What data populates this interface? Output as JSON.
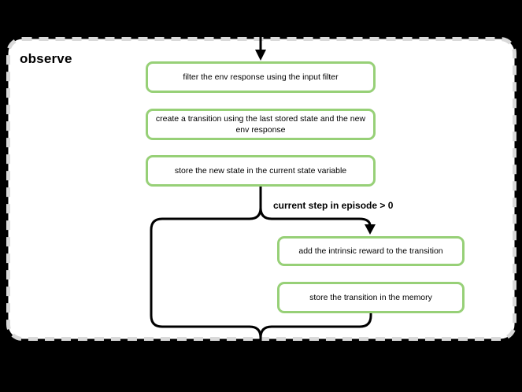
{
  "diagram": {
    "type": "flowchart",
    "group_label": "observe",
    "condition_label": "current step in episode > 0",
    "nodes": [
      {
        "id": "filter-env-response",
        "label": "filter the env response using the input filter"
      },
      {
        "id": "create-transition",
        "label": "create a transition using the last stored state and the new env response"
      },
      {
        "id": "store-new-state",
        "label": "store the new state in the current state variable"
      },
      {
        "id": "add-intrinsic-reward",
        "label": "add the intrinsic reward to the transition"
      },
      {
        "id": "store-transition",
        "label": "store the transition in the memory"
      }
    ],
    "colors": {
      "background": "#000000",
      "container_fill": "#ffffff",
      "container_border": "#d9d9d9",
      "node_border": "#97d077",
      "node_fill": "#ffffff",
      "connector": "#000000",
      "text": "#000000"
    }
  }
}
